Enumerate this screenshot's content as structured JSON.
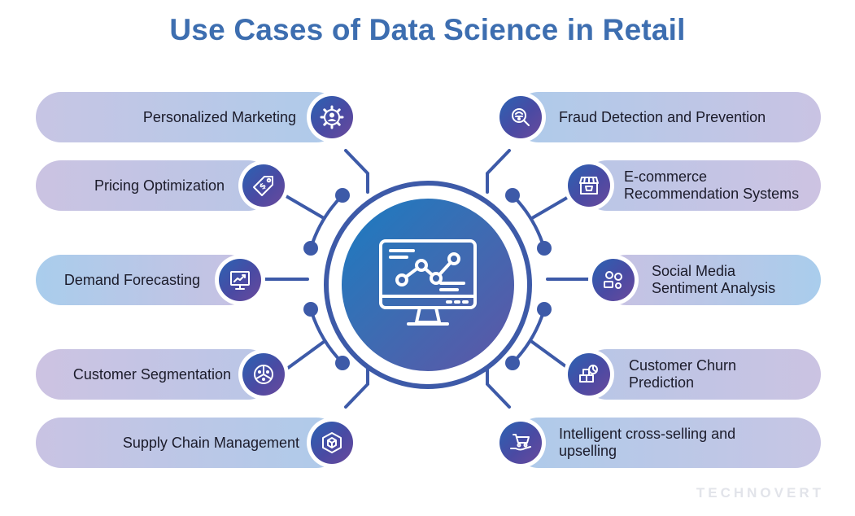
{
  "title": "Use Cases of Data Science in Retail",
  "watermark": "TECHNOVERT",
  "left_items": [
    {
      "label": "Personalized Marketing",
      "icon": "user-gear-icon"
    },
    {
      "label": "Pricing Optimization",
      "icon": "price-tag-icon"
    },
    {
      "label": "Demand Forecasting",
      "icon": "trend-chart-icon"
    },
    {
      "label": "Customer Segmentation",
      "icon": "pie-users-icon"
    },
    {
      "label": "Supply Chain Management",
      "icon": "cube-network-icon"
    }
  ],
  "right_items": [
    {
      "label": "Fraud Detection and Prevention",
      "icon": "fraud-search-icon"
    },
    {
      "label": "E-commerce\nRecommendation Systems",
      "icon": "storefront-icon"
    },
    {
      "label": "Social Media\nSentiment Analysis",
      "icon": "social-chat-icon"
    },
    {
      "label": "Customer Churn\nPrediction",
      "icon": "churn-boxes-icon"
    },
    {
      "label": "Intelligent cross-selling and\nupselling",
      "icon": "cart-hand-icon"
    }
  ],
  "hub": {
    "icon": "monitor-chart-icon"
  },
  "colors": {
    "title": "#3d6eb0",
    "pill_purple": "#cdc3e4",
    "pill_blue": "#a9cdec",
    "connector": "#3d5aa8",
    "hub_start": "#1a7cc2",
    "hub_end": "#5f55a6"
  }
}
